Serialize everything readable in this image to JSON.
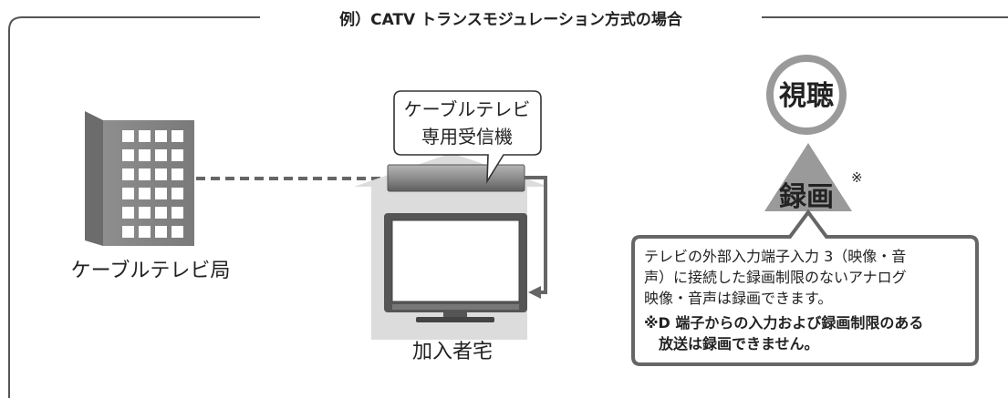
{
  "title": "例）CATV トランスモジュレーション方式の場合",
  "station_label": "ケーブルテレビ局",
  "home_label": "加入者宅",
  "receiver_callout": {
    "line1": "ケーブルテレビ",
    "line2": "専用受信機"
  },
  "viewing_label": "視聴",
  "recording_label": "録画",
  "recording_mark": "※",
  "note": {
    "line1": "テレビの外部入力端子入力 3（映像・音",
    "line2": "声）に接続した録画制限のないアナログ",
    "line3": "映像・音声は録画できます。",
    "line4": "※D 端子からの入力および録画制限のある",
    "line5": "放送は録画できません。"
  },
  "colors": {
    "frame": "#555555",
    "building": "#8a8a8a",
    "house": "#dcdcdc",
    "symbol": "#9a9a9a"
  }
}
